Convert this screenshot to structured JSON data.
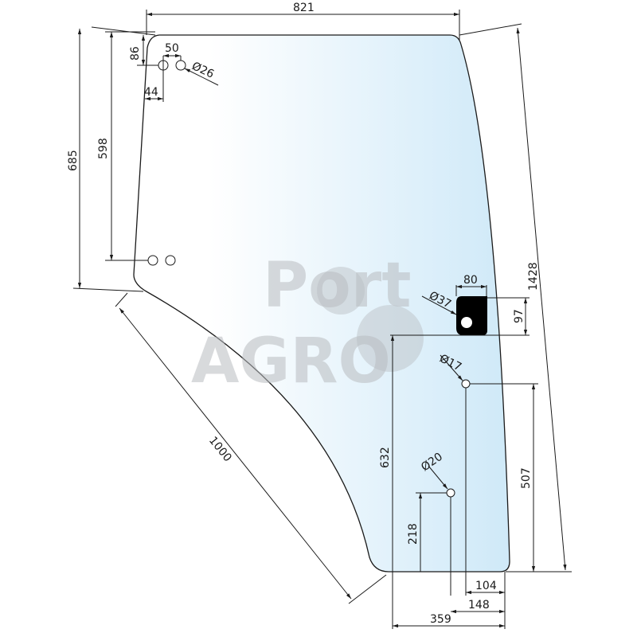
{
  "drawing": {
    "title": "Door glass technical drawing",
    "glass_color_start": "#ffffff",
    "glass_color_end": "#cfe9f8",
    "watermark": {
      "line1": "Port",
      "line2": "AGRO"
    },
    "dimensions": {
      "top_width": "821",
      "hole_top_offset": "86",
      "hole_spacing": "50",
      "hole_diameter_top": "Ø26",
      "hole_left_offset": "44",
      "left_height_outer": "685",
      "left_height_inner": "598",
      "right_height": "1428",
      "curve_length": "1000",
      "cutout_width": "80",
      "cutout_height": "97",
      "cutout_hole": "Ø37",
      "hole_mid": "Ø17",
      "hole_low": "Ø20",
      "cutout_base_height": "632",
      "hole_mid_height": "507",
      "hole_low_height": "218",
      "bottom_104": "104",
      "bottom_148": "148",
      "bottom_359": "359"
    }
  }
}
